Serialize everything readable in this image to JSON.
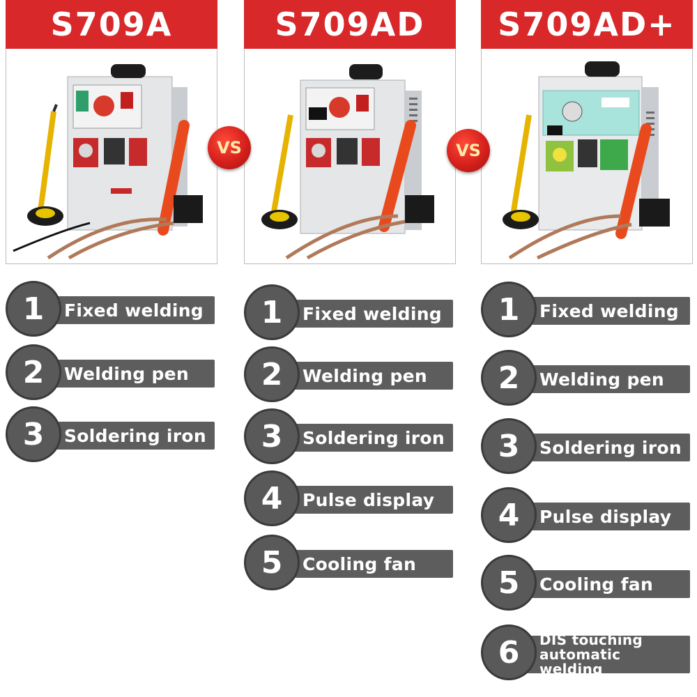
{
  "products": [
    {
      "model": "S709A",
      "features": [
        {
          "number": "1",
          "label": "Fixed welding"
        },
        {
          "number": "2",
          "label": "Welding pen"
        },
        {
          "number": "3",
          "label": "Soldering iron"
        }
      ]
    },
    {
      "model": "S709AD",
      "features": [
        {
          "number": "1",
          "label": "Fixed welding"
        },
        {
          "number": "2",
          "label": "Welding pen"
        },
        {
          "number": "3",
          "label": "Soldering iron"
        },
        {
          "number": "4",
          "label": "Pulse display"
        },
        {
          "number": "5",
          "label": "Cooling fan"
        }
      ]
    },
    {
      "model": "S709AD+",
      "features": [
        {
          "number": "1",
          "label": "Fixed welding"
        },
        {
          "number": "2",
          "label": "Welding pen"
        },
        {
          "number": "3",
          "label": "Soldering iron"
        },
        {
          "number": "4",
          "label": "Pulse display"
        },
        {
          "number": "5",
          "label": "Cooling fan"
        },
        {
          "number": "6",
          "label": "DIS touching automatic welding"
        }
      ]
    }
  ],
  "vs_badges": [
    "VS",
    "VS"
  ],
  "colors": {
    "banner_red": "#d8282a",
    "feature_gray": "#5d5d5d",
    "vs_red": "#d5201c"
  }
}
